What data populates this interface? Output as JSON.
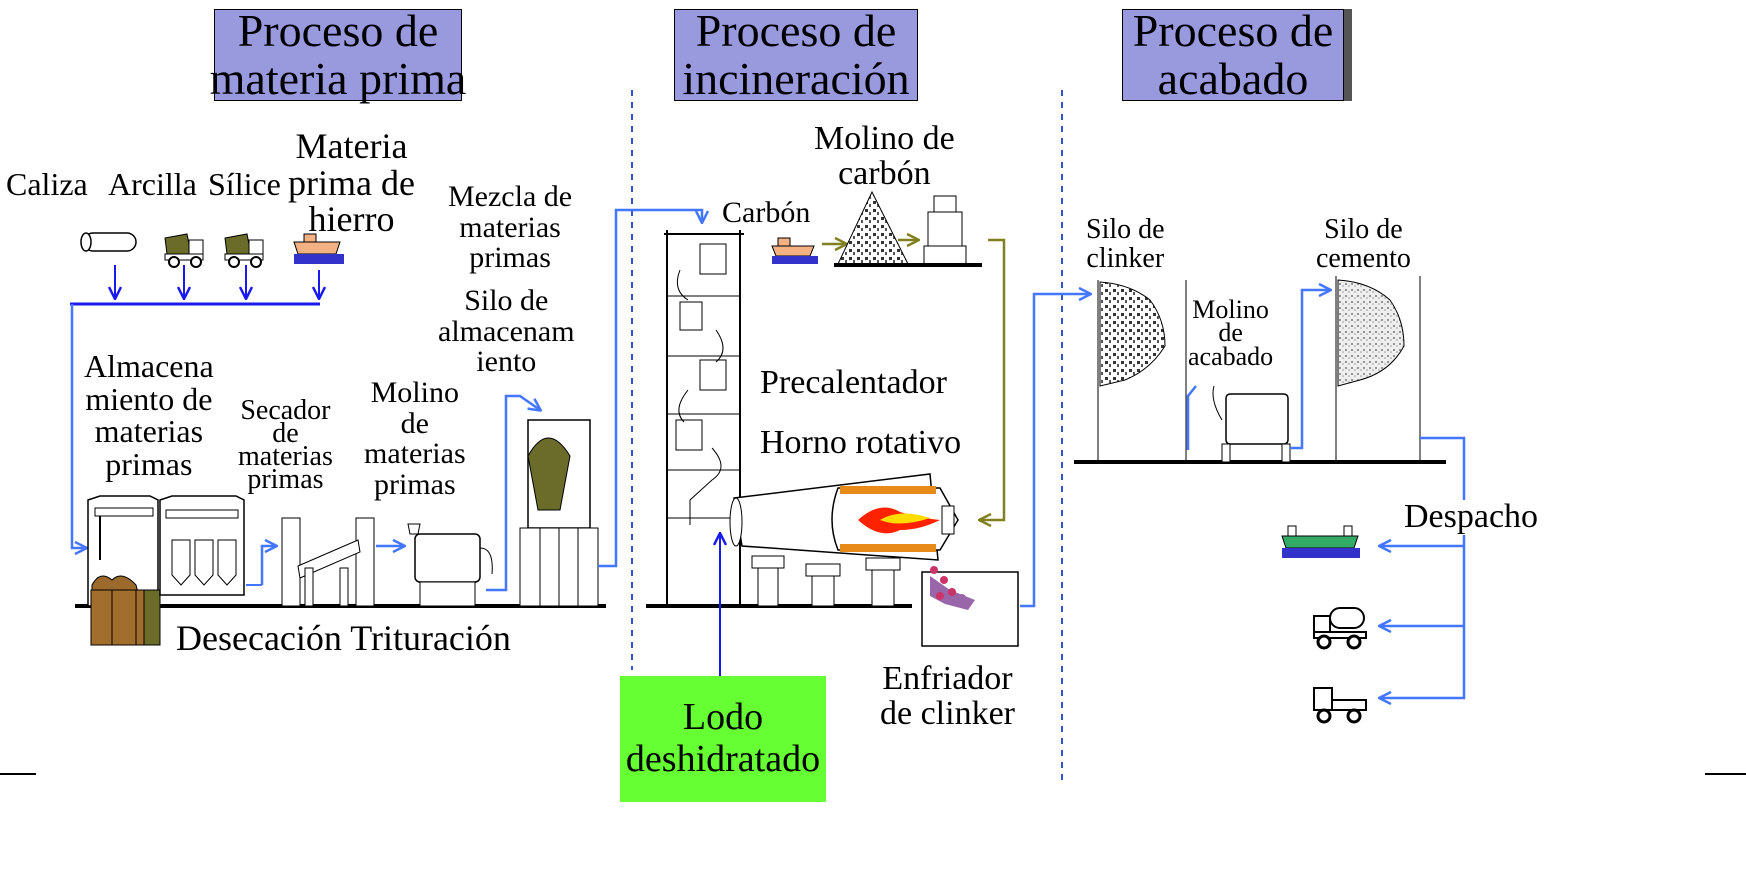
{
  "headers": {
    "raw": "Proceso de\nmateria prima",
    "incineration": "Proceso de\nincineración",
    "finishing": "Proceso de\nacabado"
  },
  "raw_materials": {
    "caliza": "Caliza",
    "arcilla": "Arcilla",
    "silice": "Sílice",
    "hierro": "Materia\nprima de\nhierro"
  },
  "labels": {
    "mezcla": "Mezcla de\nmaterias\nprimas",
    "silo_almacenamiento": "Silo de\nalmacenam\niento",
    "almacenamiento": "Almacena\nmiento de\nmaterias\nprimas",
    "secador": "Secador\nde\nmaterias\nprimas",
    "molino_materias": "Molino\nde\nmaterias\nprimas",
    "desecacion": "Desecación Trituración",
    "carbon": "Carbón",
    "molino_carbon": "Molino de\ncarbón",
    "precalentador": "Precalentador",
    "horno": "Horno rotativo",
    "lodo": "Lodo\ndeshidratado",
    "enfriador": "Enfriador\nde clinker",
    "silo_clinker": "Silo de\nclinker",
    "silo_cemento": "Silo de\ncemento",
    "molino_acabado": "Molino\nde\nacabado",
    "despacho": "Despacho"
  },
  "colors": {
    "header_fill": "#9999dd",
    "lodo_fill": "#66ff33",
    "arrow_blue": "#4477ff",
    "arrow_dark_blue": "#1a1aee",
    "arrow_olive": "#808020",
    "dashed_divider": "#3355cc"
  }
}
